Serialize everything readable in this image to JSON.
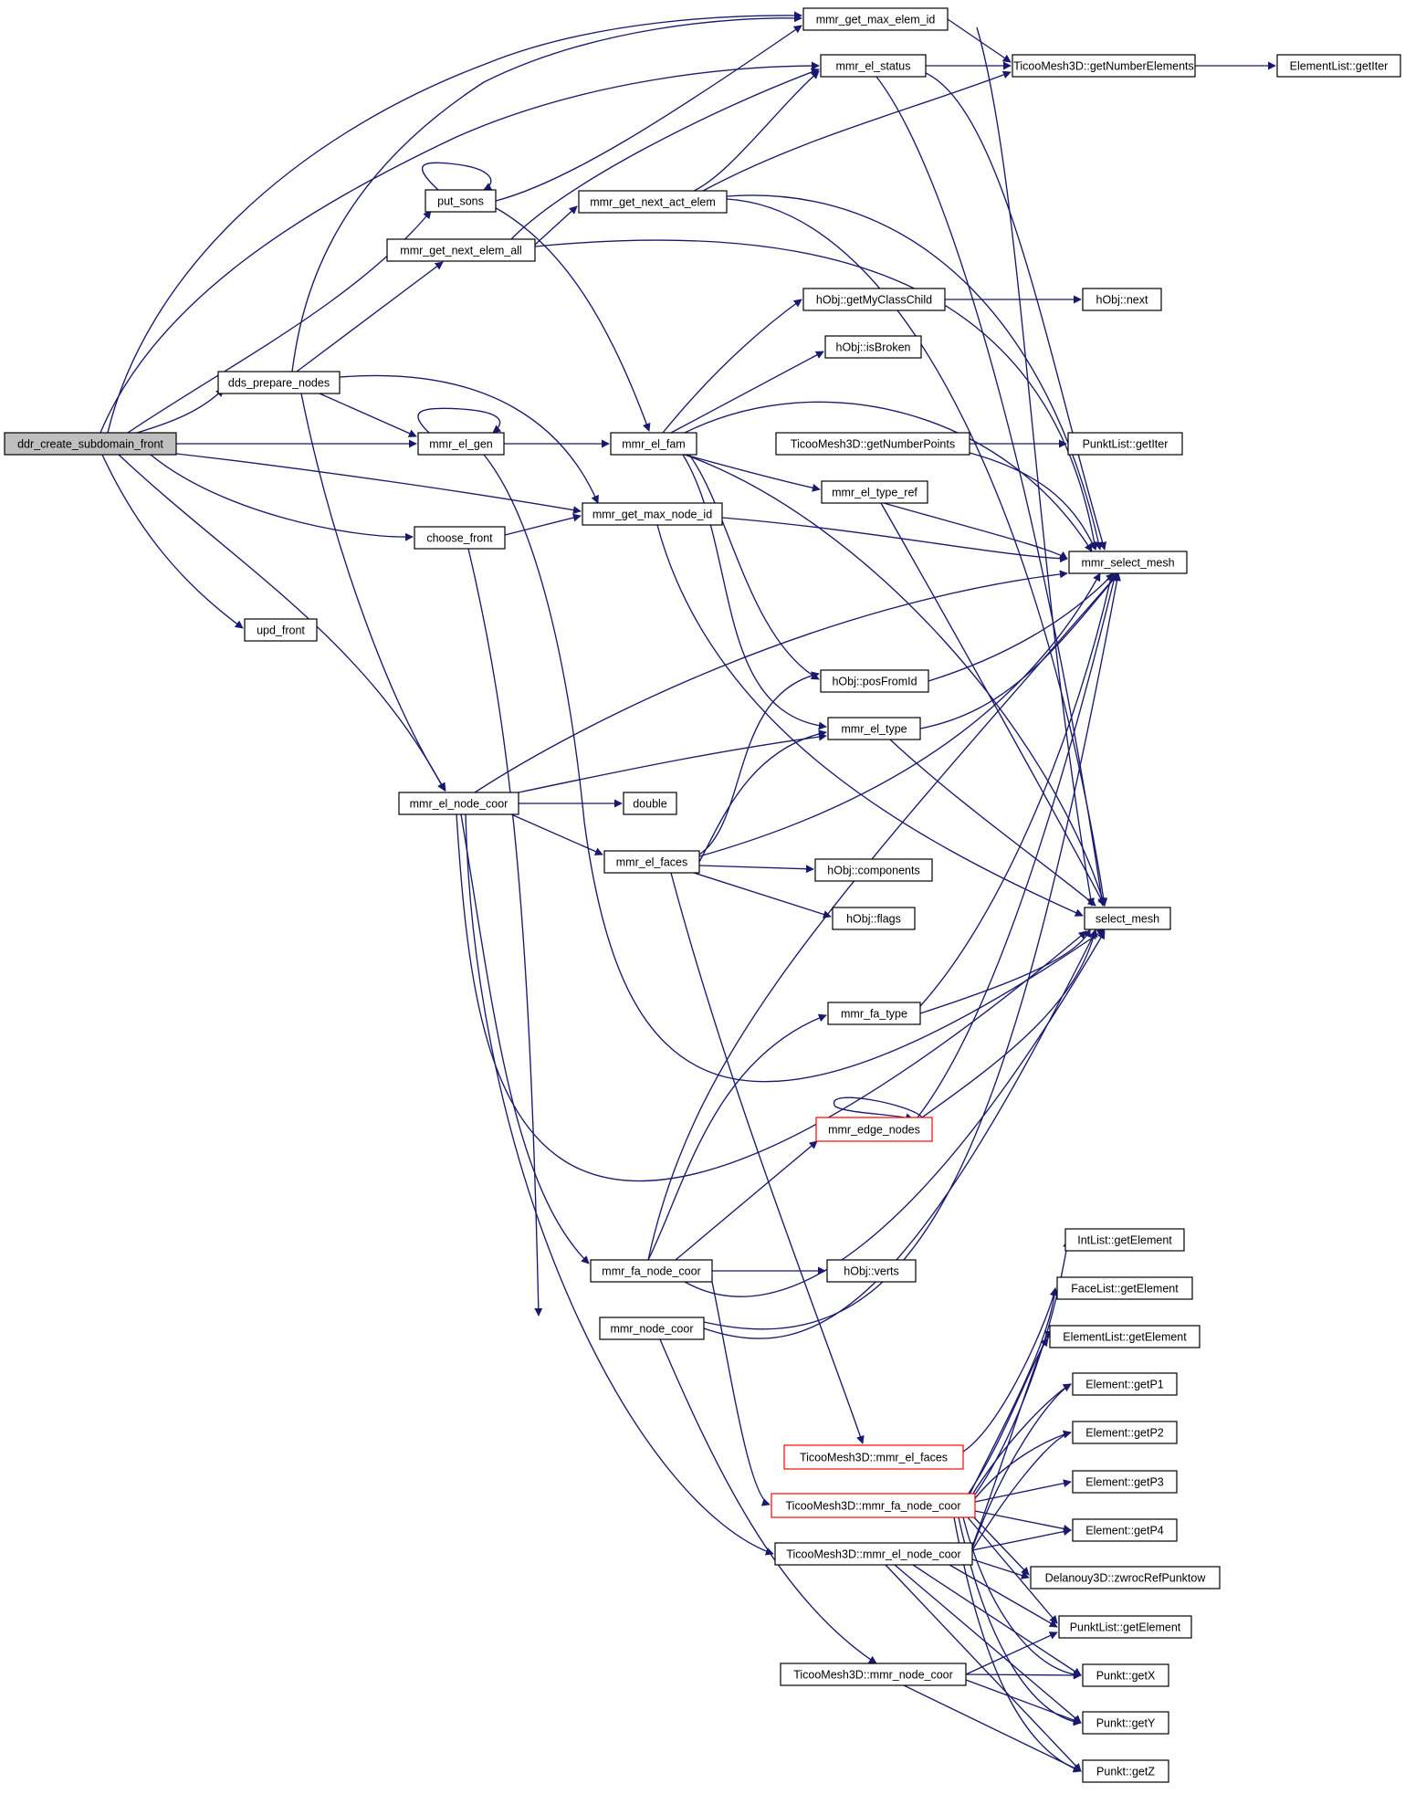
{
  "graph": {
    "colors": {
      "edge": "#191970",
      "root_fill": "#bfbfbf",
      "node_border": "#000000",
      "truncated_border": "#ff0000"
    },
    "nodes": [
      {
        "id": "n0",
        "label": "ddr_create_subdomain_front",
        "root": true
      },
      {
        "id": "n1",
        "label": "mmr_get_max_elem_id"
      },
      {
        "id": "n2",
        "label": "mmr_el_status"
      },
      {
        "id": "n3",
        "label": "TicooMesh3D::getNumberElements"
      },
      {
        "id": "n4",
        "label": "ElementList::getIter"
      },
      {
        "id": "n5",
        "label": "put_sons"
      },
      {
        "id": "n6",
        "label": "mmr_get_next_act_elem"
      },
      {
        "id": "n7",
        "label": "mmr_get_next_elem_all"
      },
      {
        "id": "n8",
        "label": "hObj::getMyClassChild"
      },
      {
        "id": "n9",
        "label": "hObj::next"
      },
      {
        "id": "n10",
        "label": "hObj::isBroken"
      },
      {
        "id": "n11",
        "label": "dds_prepare_nodes"
      },
      {
        "id": "n12",
        "label": "mmr_el_gen"
      },
      {
        "id": "n13",
        "label": "mmr_el_fam"
      },
      {
        "id": "n14",
        "label": "TicooMesh3D::getNumberPoints"
      },
      {
        "id": "n15",
        "label": "PunktList::getIter"
      },
      {
        "id": "n16",
        "label": "mmr_el_type_ref"
      },
      {
        "id": "n17",
        "label": "choose_front"
      },
      {
        "id": "n18",
        "label": "mmr_get_max_node_id"
      },
      {
        "id": "n19",
        "label": "mmr_select_mesh"
      },
      {
        "id": "n20",
        "label": "upd_front"
      },
      {
        "id": "n21",
        "label": "hObj::posFromId"
      },
      {
        "id": "n22",
        "label": "mmr_el_type"
      },
      {
        "id": "n23",
        "label": "mmr_el_node_coor"
      },
      {
        "id": "n24",
        "label": "double"
      },
      {
        "id": "n25",
        "label": "mmr_el_faces"
      },
      {
        "id": "n26",
        "label": "hObj::components"
      },
      {
        "id": "n27",
        "label": "hObj::flags"
      },
      {
        "id": "n28",
        "label": "select_mesh"
      },
      {
        "id": "n29",
        "label": "mmr_fa_type"
      },
      {
        "id": "n30",
        "label": "mmr_edge_nodes",
        "truncated": true
      },
      {
        "id": "n31",
        "label": "IntList::getElement"
      },
      {
        "id": "n32",
        "label": "mmr_fa_node_coor"
      },
      {
        "id": "n33",
        "label": "hObj::verts"
      },
      {
        "id": "n34",
        "label": "FaceList::getElement"
      },
      {
        "id": "n35",
        "label": "mmr_node_coor"
      },
      {
        "id": "n36",
        "label": "ElementList::getElement"
      },
      {
        "id": "n37",
        "label": "Element::getP1"
      },
      {
        "id": "n38",
        "label": "Element::getP2"
      },
      {
        "id": "n39",
        "label": "TicooMesh3D::mmr_el_faces",
        "truncated": true
      },
      {
        "id": "n40",
        "label": "Element::getP3"
      },
      {
        "id": "n41",
        "label": "TicooMesh3D::mmr_fa_node_coor",
        "truncated": true
      },
      {
        "id": "n42",
        "label": "Element::getP4"
      },
      {
        "id": "n43",
        "label": "TicooMesh3D::mmr_el_node_coor"
      },
      {
        "id": "n44",
        "label": "Delanouy3D::zwrocRefPunktow"
      },
      {
        "id": "n45",
        "label": "PunktList::getElement"
      },
      {
        "id": "n46",
        "label": "TicooMesh3D::mmr_node_coor"
      },
      {
        "id": "n47",
        "label": "Punkt::getX"
      },
      {
        "id": "n48",
        "label": "Punkt::getY"
      },
      {
        "id": "n49",
        "label": "Punkt::getZ"
      }
    ]
  }
}
